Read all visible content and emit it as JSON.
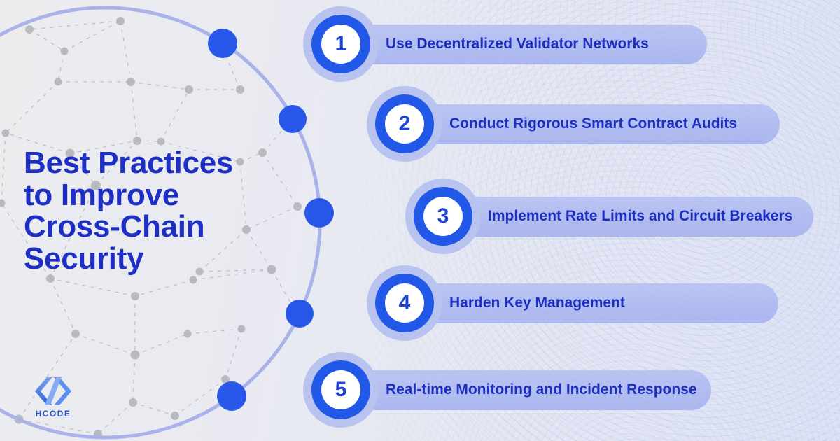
{
  "title": {
    "lines": [
      "Best Practices",
      "to Improve",
      "Cross-Chain",
      "Security"
    ]
  },
  "brand": {
    "name": "HCODE"
  },
  "items": [
    {
      "number": "1",
      "label": "Use Decentralized Validator Networks"
    },
    {
      "number": "2",
      "label": "Conduct Rigorous Smart Contract Audits"
    },
    {
      "number": "3",
      "label": "Implement Rate Limits and Circuit Breakers"
    },
    {
      "number": "4",
      "label": "Harden Key Management"
    },
    {
      "number": "5",
      "label": "Real-time Monitoring and Incident Response"
    }
  ],
  "colors": {
    "accent_blue": "#2158e8",
    "title_blue": "#1d2fc4",
    "label_blue": "#1d2fc2",
    "number_blue": "#1c45d6",
    "pill_bg": "#aeb9ef",
    "halo": "#b9c3f0",
    "node_blue": "#2857e9",
    "arc": "#a9b2e9",
    "node_gray": "#b1b1b9"
  }
}
